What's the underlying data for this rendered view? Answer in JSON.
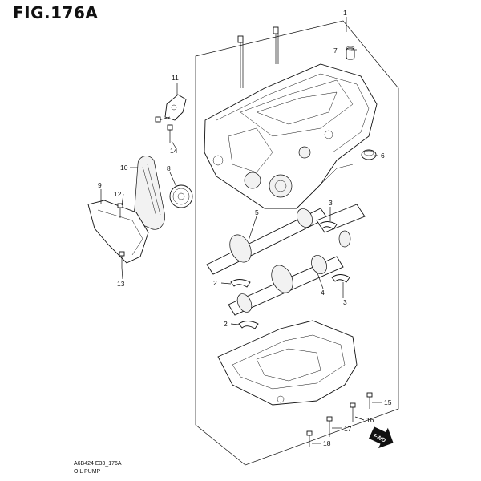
{
  "figure": {
    "title": "FIG.176A"
  },
  "footer": {
    "code": "A6B424 E33_176A",
    "caption": "OIL PUMP"
  },
  "fwd_label": "FWD",
  "callouts": {
    "p1": "1",
    "p2a": "2",
    "p2b": "2",
    "p3a": "3",
    "p3b": "3",
    "p4": "4",
    "p5": "5",
    "p6": "6",
    "p7": "7",
    "p8": "8",
    "p9": "9",
    "p10": "10",
    "p11": "11",
    "p12": "12",
    "p13": "13",
    "p14": "14",
    "p15": "15",
    "p16": "16",
    "p17": "17",
    "p18": "18"
  }
}
